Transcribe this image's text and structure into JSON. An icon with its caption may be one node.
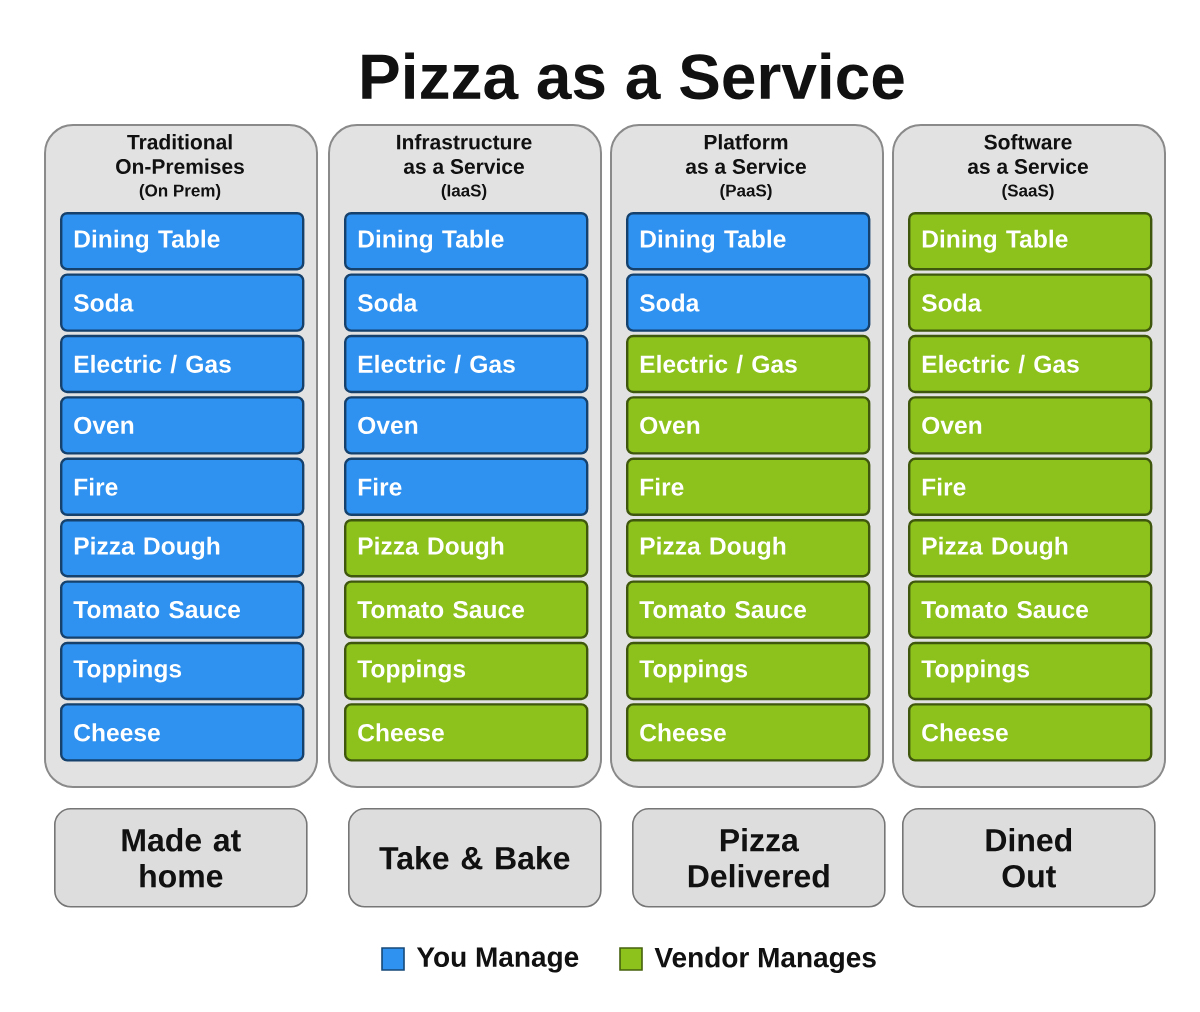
{
  "diagram": {
    "title": "Pizza as a Service",
    "nodes": [
      {
        "text": [
          "Traditional On-Premises",
          "(On Prem)"
        ]
      },
      {
        "text": [
          "Dining Table"
        ],
        "in": 0
      },
      {
        "text": [
          "Soda"
        ],
        "in": 0
      },
      {
        "text": [
          "Electric / Gas"
        ],
        "in": 0
      },
      {
        "text": [
          "Oven"
        ],
        "in": 0
      },
      {
        "text": [
          "Fire"
        ],
        "in": 0
      },
      {
        "text": [
          "Pizza Dough"
        ],
        "in": 0
      },
      {
        "text": [
          "Tomato Sauce"
        ],
        "in": 0
      },
      {
        "text": [
          "Toppings"
        ],
        "in": 0
      },
      {
        "text": [
          "Cheese"
        ],
        "in": 0
      },
      {
        "text": [
          "Infrastructure as a Service",
          "(IaaS)"
        ]
      },
      {
        "text": [
          "Dining Table"
        ],
        "in": 10
      },
      {
        "text": [
          "Soda"
        ],
        "in": 10
      },
      {
        "text": [
          "Electric / Gas"
        ],
        "in": 10
      },
      {
        "text": [
          "Oven"
        ],
        "in": 10
      },
      {
        "text": [
          "Fire"
        ],
        "in": 10
      },
      {
        "text": [
          "Pizza Dough"
        ],
        "in": 10
      },
      {
        "text": [
          "Tomato Sauce"
        ],
        "in": 10
      },
      {
        "text": [
          "Toppings"
        ],
        "in": 10
      },
      {
        "text": [
          "Cheese"
        ],
        "in": 10
      },
      {
        "text": [
          "Platform as a Service",
          "(PaaS)"
        ]
      },
      {
        "text": [
          "Dining Table"
        ],
        "in": 20
      },
      {
        "text": [
          "Soda"
        ],
        "in": 20
      },
      {
        "text": [
          "Electric / Gas"
        ],
        "in": 20
      },
      {
        "text": [
          "Oven"
        ],
        "in": 20
      },
      {
        "text": [
          "Fire"
        ],
        "in": 20
      },
      {
        "text": [
          "Pizza Dough"
        ],
        "in": 20
      },
      {
        "text": [
          "Tomato Sauce"
        ],
        "in": 20
      },
      {
        "text": [
          "Toppings"
        ],
        "in": 20
      },
      {
        "text": [
          "Cheese"
        ],
        "in": 20
      },
      {
        "text": [
          "Software as a Service",
          "(SaaS)"
        ]
      },
      {
        "text": [
          "Dining Table"
        ],
        "in": 30
      },
      {
        "text": [
          "Soda"
        ],
        "in": 30
      },
      {
        "text": [
          "Electric / Gas"
        ],
        "in": 30
      },
      {
        "text": [
          "Oven"
        ],
        "in": 30
      },
      {
        "text": [
          "Fire"
        ],
        "in": 30
      },
      {
        "text": [
          "Pizza Dough"
        ],
        "in": 30
      },
      {
        "text": [
          "Tomato Sauce"
        ],
        "in": 30
      },
      {
        "text": [
          "Toppings"
        ],
        "in": 30
      },
      {
        "text": [
          "Cheese"
        ],
        "in": 30
      },
      {
        "text": [
          "Made at home"
        ]
      },
      {
        "text": [
          "Take & Bake"
        ]
      },
      {
        "text": [
          "Pizza Delivered"
        ]
      },
      {
        "text": [
          "Dined Out"
        ]
      }
    ],
    "legend": [
      {
        "text": "You Manage",
        "color": "#2f91f0"
      },
      {
        "text": "Vendor Manages",
        "color": "#8dc21c"
      }
    ]
  }
}
